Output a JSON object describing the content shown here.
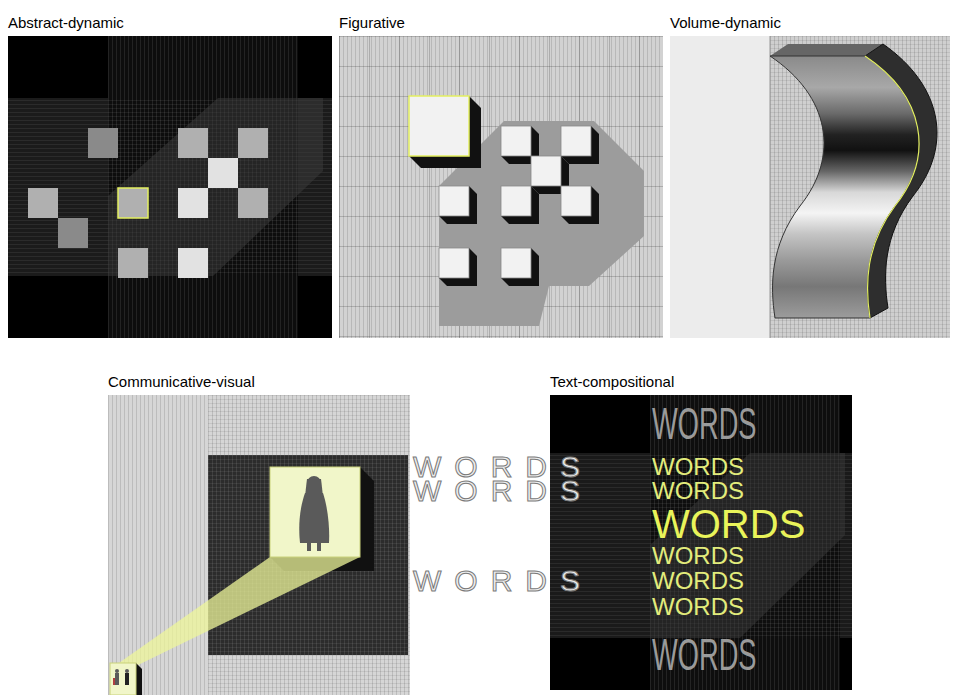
{
  "diagram": {
    "nodes": [
      {
        "text": [
          "Abstract-dynamic"
        ]
      },
      {
        "text": [
          "Figurative"
        ]
      },
      {
        "text": [
          "Volume-dynamic"
        ]
      },
      {
        "text": [
          "Communicative-visual"
        ]
      },
      {
        "text": [
          "Text-compositional"
        ]
      }
    ],
    "labels": [
      "WORDS",
      "WORDS",
      "WORDS",
      "WORDS",
      "WORDS",
      "WORDS",
      "WORDS",
      "WORDS",
      "WORDS",
      "WORDS",
      "WORDS"
    ]
  }
}
